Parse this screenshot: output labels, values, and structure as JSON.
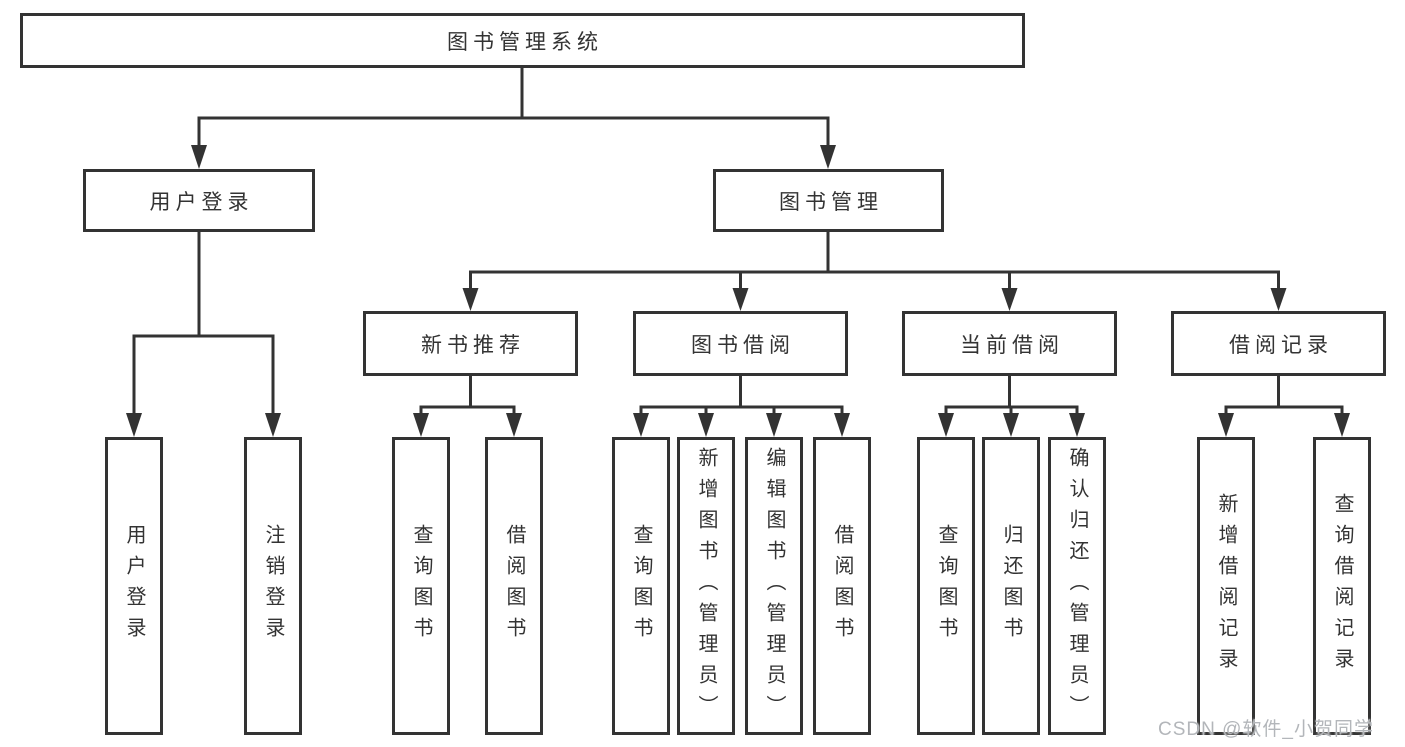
{
  "diagram_title": "图书管理系统",
  "watermark": "CSDN @软件_小贺同学",
  "colors": {
    "line": "#333333",
    "box_border": "#333333",
    "box_background": "#ffffff",
    "text": "#333333",
    "watermark": "#b3b6ba"
  },
  "nodes": {
    "root": "图书管理系统",
    "level2": [
      "用户登录",
      "图书管理"
    ],
    "level3": [
      "新书推荐",
      "图书借阅",
      "当前借阅",
      "借阅记录"
    ],
    "leaves": [
      "用户登录",
      "注销登录",
      "查询图书",
      "借阅图书",
      "查询图书",
      "新增图书（管理员）",
      "编辑图书（管理员）",
      "借阅图书",
      "查询图书",
      "归还图书",
      "确认归还（管理员）",
      "新增借阅记录",
      "查询借阅记录"
    ]
  }
}
